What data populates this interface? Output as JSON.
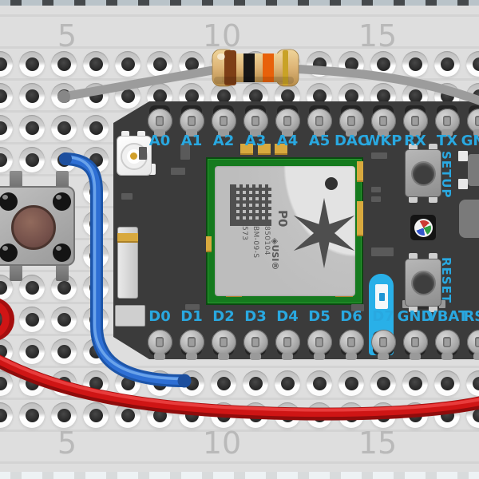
{
  "breadboard": {
    "top_numbers": [
      "5",
      "10",
      "15"
    ],
    "bottom_numbers": [
      "5",
      "10",
      "15"
    ]
  },
  "photon": {
    "top_pins": [
      "A0",
      "A1",
      "A2",
      "A3",
      "A4",
      "A5",
      "DAC",
      "WKP",
      "RX",
      "TX",
      "GND"
    ],
    "bottom_pins": [
      "D0",
      "D1",
      "D2",
      "D3",
      "D4",
      "D5",
      "D6",
      "D7",
      "GND",
      "VBAT",
      "RST"
    ],
    "setup_label": "SETUP",
    "reset_label": "RESET",
    "module": {
      "chip_name": "P0",
      "serial": "850104",
      "model": "BM-09-S",
      "code": "573",
      "brand": "USI®"
    }
  },
  "components": {
    "resistor_bands": [
      "brown",
      "black",
      "orange",
      "gold"
    ],
    "wire_colors": [
      "gray",
      "blue",
      "red"
    ]
  },
  "colors": {
    "pin_label_blue": "#29a8e0",
    "board_dark": "#3b3b3b",
    "breadboard_gray": "#dddddd",
    "wire_blue": "#2e6fd4",
    "wire_red": "#cf1515",
    "wire_gray": "#9c9c9c",
    "d7_led_blue": "#29b0e8",
    "module_green": "#157a1e"
  }
}
